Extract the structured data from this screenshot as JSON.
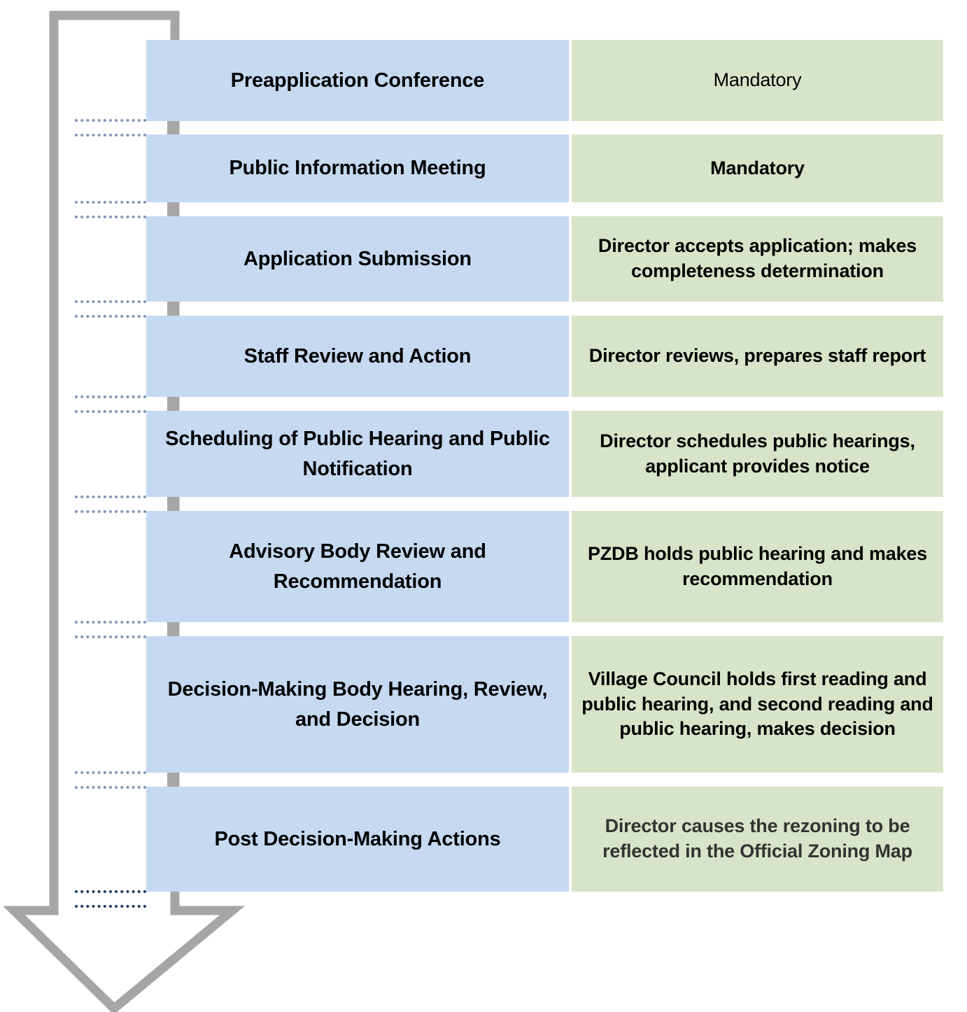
{
  "diagram": {
    "title": "Rezoning Review Procedure Flowchart",
    "type": "process-flowchart",
    "colors": {
      "step_box": "#c5d9f1",
      "description_box": "#d7e4c8",
      "arrow": "#a6a6a6",
      "leader_line": "#8094b4",
      "leader_line_bottom": "#1f3864",
      "text": "#000000",
      "text_dim": "#333333",
      "background": "#ffffff"
    },
    "arrow": {
      "name": "process-direction-arrow",
      "direction": "down",
      "style": "outline"
    },
    "columns": {
      "step_column_header": "",
      "description_column_header": ""
    },
    "steps": [
      {
        "index": 1,
        "step": "Preapplication Conference",
        "description": "Mandatory",
        "description_weight": "normal"
      },
      {
        "index": 2,
        "step": "Public Information Meeting",
        "description": "Mandatory",
        "description_weight": "bold"
      },
      {
        "index": 3,
        "step": "Application Submission",
        "description": "Director accepts application; makes completeness determination",
        "description_weight": "bold"
      },
      {
        "index": 4,
        "step": "Staff Review and Action",
        "description": "Director reviews, prepares staff report",
        "description_weight": "bold"
      },
      {
        "index": 5,
        "step": "Scheduling of Public Hearing and Public Notification",
        "description": "Director schedules public hearings, applicant provides notice",
        "description_weight": "bold"
      },
      {
        "index": 6,
        "step": "Advisory Body Review and Recommendation",
        "description": "PZDB holds public hearing and makes recommendation",
        "description_weight": "bold"
      },
      {
        "index": 7,
        "step": "Decision-Making Body Hearing, Review, and Decision",
        "description": "Village Council holds first reading and public hearing, and second reading and public hearing, makes decision",
        "description_weight": "bold"
      },
      {
        "index": 8,
        "step": "Post Decision-Making Actions",
        "description": "Director causes the rezoning to be reflected in the Official Zoning Map",
        "description_weight": "bold"
      }
    ]
  }
}
